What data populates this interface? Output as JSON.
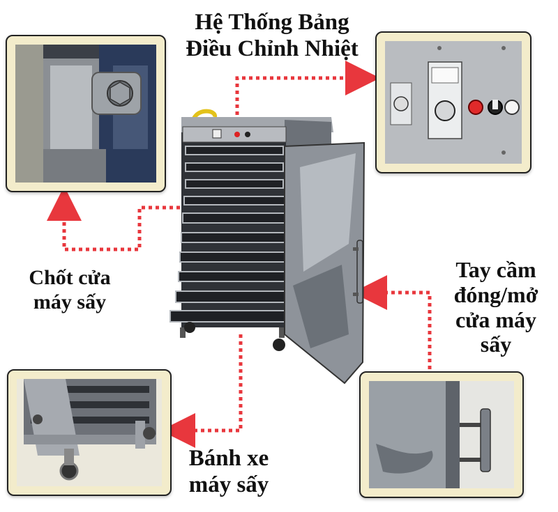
{
  "labels": {
    "control_panel": [
      "Hệ Thống Bảng",
      "Điều Chỉnh Nhiệt"
    ],
    "door_latch": [
      "Chốt cửa",
      "máy sấy"
    ],
    "handle": [
      "Tay cầm",
      "đóng/mở",
      "cửa máy",
      "sấy"
    ],
    "wheels": [
      "Bánh xe",
      "máy sấy"
    ]
  },
  "colors": {
    "arrow": "#e8373d",
    "card_bg": "#f3eccb",
    "card_border": "#222222",
    "steel": "#8a8f96"
  }
}
